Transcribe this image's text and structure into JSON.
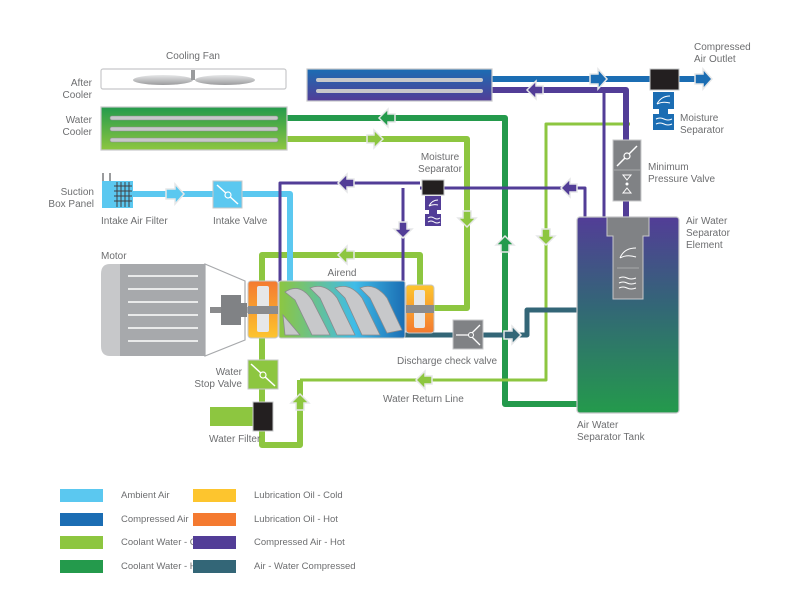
{
  "title": "Water-cooled rotary screw air compressor flow diagram",
  "labels": {
    "cooling_fan": "Cooling Fan",
    "after_cooler": [
      "After",
      "Cooler"
    ],
    "water_cooler": [
      "Water",
      "Cooler"
    ],
    "suction_box_panel": [
      "Suction",
      "Box Panel"
    ],
    "intake_air_filter": "Intake Air Filter",
    "intake_valve": "Intake Valve",
    "motor": "Motor",
    "airend": "Airend",
    "moisture_separator_mid": [
      "Moisture",
      "Separator"
    ],
    "compressed_air_outlet": [
      "Compressed",
      "Air Outlet"
    ],
    "moisture_separator_outlet": [
      "Moisture",
      "Separator"
    ],
    "minimum_pressure_valve": [
      "Minimum",
      "Pressure Valve"
    ],
    "air_water_separator_element": [
      "Air Water",
      "Separator",
      "Element"
    ],
    "air_water_separator_tank": [
      "Air Water",
      "Separator Tank"
    ],
    "discharge_check_valve": "Discharge check valve",
    "water_return_line": "Water Return Line",
    "water_stop_valve": [
      "Water",
      "Stop Valve"
    ],
    "water_filter": "Water Filter"
  },
  "colors": {
    "ambient_air": "#5bc8f0",
    "compressed_air": "#1b6db3",
    "coolant_cold": "#8dc640",
    "coolant_hot": "#249a4c",
    "oil_cold": "#fdc52e",
    "oil_hot": "#f47a30",
    "compressed_air_hot": "#523d97",
    "air_water": "#336677"
  },
  "legend": [
    {
      "label": "Ambient Air",
      "color": "#5bc8f0"
    },
    {
      "label": "Compressed Air",
      "color": "#1b6db3"
    },
    {
      "label": "Coolant Water - Cold",
      "color": "#8dc640"
    },
    {
      "label": "Coolant Water - Hot",
      "color": "#249a4c"
    },
    {
      "label": "Lubrication Oil - Cold",
      "color": "#fdc52e"
    },
    {
      "label": "Lubrication Oil - Hot",
      "color": "#f47a30"
    },
    {
      "label": "Compressed Air - Hot",
      "color": "#523d97"
    },
    {
      "label": "Air - Water Compressed",
      "color": "#336677"
    }
  ]
}
